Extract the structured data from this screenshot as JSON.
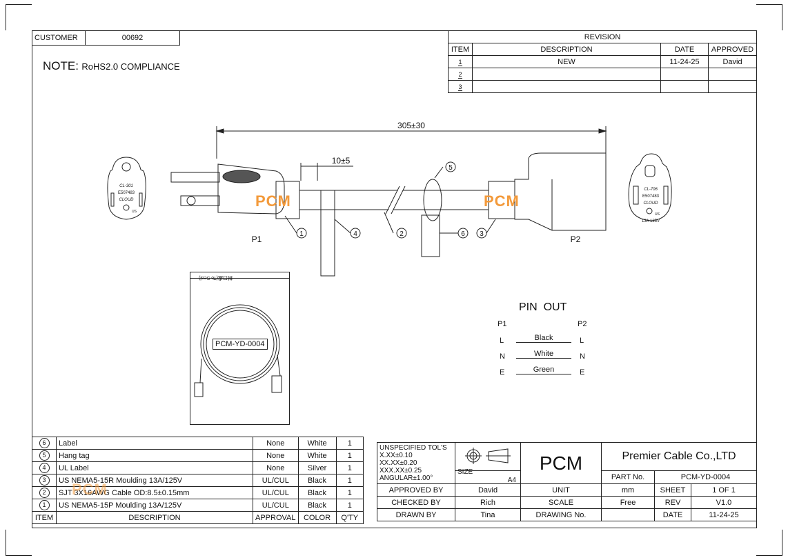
{
  "header": {
    "customer_label": "CUSTOMER",
    "customer_value": "00692",
    "note_label": "NOTE:",
    "note_text": "RoHS2.0 COMPLIANCE"
  },
  "revision": {
    "title": "REVISION",
    "headers": [
      "ITEM",
      "DESCRIPTION",
      "DATE",
      "APPROVED"
    ],
    "rows": [
      {
        "item": "1",
        "description": "NEW",
        "date": "11-24-25",
        "approved": "David"
      },
      {
        "item": "2",
        "description": "",
        "date": "",
        "approved": ""
      },
      {
        "item": "3",
        "description": "",
        "date": "",
        "approved": ""
      }
    ]
  },
  "drawing": {
    "length": "305±30",
    "strip": "10±5",
    "p1": "P1",
    "p2": "P2",
    "brand_watermark": "PCM",
    "plug_face": {
      "code": "CL-301",
      "file": "E507483",
      "brand": "CLOUD",
      "ul": "US"
    },
    "socket_face": {
      "code": "CL-706",
      "file": "E507483",
      "brand": "CLOUD",
      "ul": "US",
      "rating": "13A 125V"
    },
    "callouts": [
      "1",
      "4",
      "2",
      "5",
      "6",
      "3"
    ],
    "package_label": "PCM-YD-0004",
    "bag_seal": "封口處(To Seal)"
  },
  "pinout": {
    "title": "PIN  OUT",
    "left_head": "P1",
    "right_head": "P2",
    "rows": [
      {
        "left": "L",
        "wire": "Black",
        "right": "L"
      },
      {
        "left": "N",
        "wire": "White",
        "right": "N"
      },
      {
        "left": "E",
        "wire": "Green",
        "right": "E"
      }
    ]
  },
  "bom": {
    "headers": [
      "ITEM",
      "DESCRIPTION",
      "APPROVAL",
      "COLOR",
      "Q'TY"
    ],
    "rows": [
      {
        "item": "6",
        "description": "Label",
        "approval": "None",
        "color": "White",
        "qty": "1"
      },
      {
        "item": "5",
        "description": "Hang tag",
        "approval": "None",
        "color": "White",
        "qty": "1"
      },
      {
        "item": "4",
        "description": "UL Label",
        "approval": "None",
        "color": "Silver",
        "qty": "1"
      },
      {
        "item": "3",
        "description": "US NEMA5-15R Moulding 13A/125V",
        "approval": "UL/CUL",
        "color": "Black",
        "qty": "1"
      },
      {
        "item": "2",
        "description": "SJT 3X16AWG  Cable OD:8.5±0.15mm",
        "approval": "UL/CUL",
        "color": "Black",
        "qty": "1"
      },
      {
        "item": "1",
        "description": "US NEMA5-15P Moulding 13A/125V",
        "approval": "UL/CUL",
        "color": "Black",
        "qty": "1"
      }
    ]
  },
  "titleblock": {
    "tol_lines": [
      "UNSPECIFIED TOL'S",
      "X.XX±0.10",
      "XX.XX±0.20",
      "XXX.XX±0.25",
      "ANGULAR±1.00°"
    ],
    "size_label": "SIZE",
    "size_value": "A4",
    "logo": "PCM",
    "company": "Premier Cable Co.,LTD",
    "part_no_label": "PART No.",
    "part_no": "PCM-YD-0004",
    "approved_by_label": "APPROVED BY",
    "approved_by": "David",
    "checked_by_label": "CHECKED BY",
    "checked_by": "Rich",
    "drawn_by_label": "DRAWN BY",
    "drawn_by": "Tina",
    "unit_label": "UNIT",
    "unit": "mm",
    "scale_label": "SCALE",
    "scale": "Free",
    "drawing_no_label": "DRAWING No.",
    "drawing_no": "",
    "sheet_label": "SHEET",
    "sheet": "1 OF 1",
    "rev_label": "REV",
    "rev": "V1.0",
    "date_label": "DATE",
    "date": "11-24-25"
  }
}
